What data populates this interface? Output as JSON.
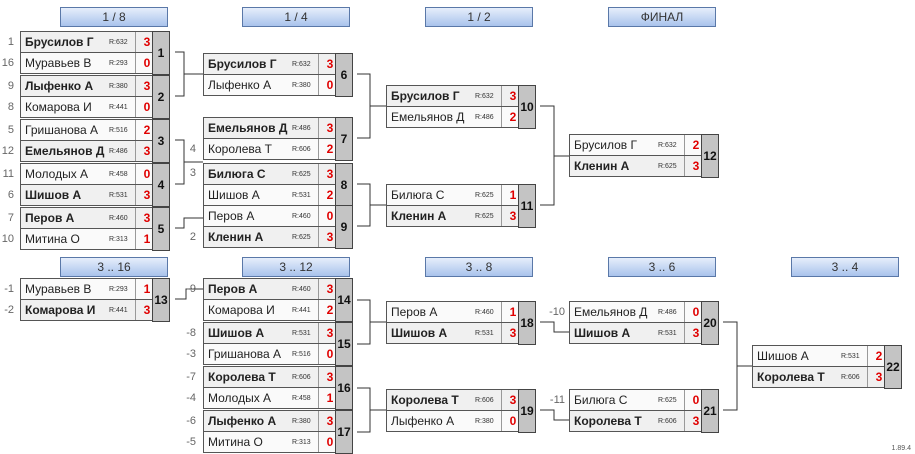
{
  "rounds": {
    "r1": "1 / 8",
    "r2": "1 / 4",
    "r3": "1 / 2",
    "final": "ФИНАЛ",
    "c1": "3 .. 16",
    "c2": "3 .. 12",
    "c3": "3 .. 8",
    "c4": "3 .. 6",
    "c5": "3 .. 4"
  },
  "version": "1.89.4",
  "matches": [
    {
      "num": "1",
      "p1": {
        "name": "Брусилов Г",
        "rating": "R:632",
        "score": "3",
        "win": true,
        "seed": "1"
      },
      "p2": {
        "name": "Муравьев В",
        "rating": "R:293",
        "score": "0",
        "win": false,
        "seed": "16"
      }
    },
    {
      "num": "2",
      "p1": {
        "name": "Лыфенко А",
        "rating": "R:380",
        "score": "3",
        "win": true,
        "seed": "9"
      },
      "p2": {
        "name": "Комарова И",
        "rating": "R:441",
        "score": "0",
        "win": false,
        "seed": "8"
      }
    },
    {
      "num": "3",
      "p1": {
        "name": "Гришанова А",
        "rating": "R:516",
        "score": "2",
        "win": false,
        "seed": "5"
      },
      "p2": {
        "name": "Емельянов Д",
        "rating": "R:486",
        "score": "3",
        "win": true,
        "seed": "12"
      }
    },
    {
      "num": "4",
      "p1": {
        "name": "Молодых А",
        "rating": "R:458",
        "score": "0",
        "win": false,
        "seed": "11"
      },
      "p2": {
        "name": "Шишов А",
        "rating": "R:531",
        "score": "3",
        "win": true,
        "seed": "6"
      }
    },
    {
      "num": "5",
      "p1": {
        "name": "Перов А",
        "rating": "R:460",
        "score": "3",
        "win": true,
        "seed": "7"
      },
      "p2": {
        "name": "Митина О",
        "rating": "R:313",
        "score": "1",
        "win": false,
        "seed": "10"
      }
    },
    {
      "num": "6",
      "p1": {
        "name": "Брусилов Г",
        "rating": "R:632",
        "score": "3",
        "win": true,
        "seed": ""
      },
      "p2": {
        "name": "Лыфенко А",
        "rating": "R:380",
        "score": "0",
        "win": false,
        "seed": ""
      }
    },
    {
      "num": "7",
      "p1": {
        "name": "Емельянов Д",
        "rating": "R:486",
        "score": "3",
        "win": true,
        "seed": ""
      },
      "p2": {
        "name": "Королева Т",
        "rating": "R:606",
        "score": "2",
        "win": false,
        "seed": "4"
      }
    },
    {
      "num": "8",
      "p1": {
        "name": "Билюга С",
        "rating": "R:625",
        "score": "3",
        "win": true,
        "seed": "3"
      },
      "p2": {
        "name": "Шишов А",
        "rating": "R:531",
        "score": "2",
        "win": false,
        "seed": ""
      }
    },
    {
      "num": "9",
      "p1": {
        "name": "Перов А",
        "rating": "R:460",
        "score": "0",
        "win": false,
        "seed": ""
      },
      "p2": {
        "name": "Кленин А",
        "rating": "R:625",
        "score": "3",
        "win": true,
        "seed": "2"
      }
    },
    {
      "num": "10",
      "p1": {
        "name": "Брусилов Г",
        "rating": "R:632",
        "score": "3",
        "win": true,
        "seed": ""
      },
      "p2": {
        "name": "Емельянов Д",
        "rating": "R:486",
        "score": "2",
        "win": false,
        "seed": ""
      }
    },
    {
      "num": "11",
      "p1": {
        "name": "Билюга С",
        "rating": "R:625",
        "score": "1",
        "win": false,
        "seed": ""
      },
      "p2": {
        "name": "Кленин А",
        "rating": "R:625",
        "score": "3",
        "win": true,
        "seed": ""
      }
    },
    {
      "num": "12",
      "p1": {
        "name": "Брусилов Г",
        "rating": "R:632",
        "score": "2",
        "win": false,
        "seed": ""
      },
      "p2": {
        "name": "Кленин А",
        "rating": "R:625",
        "score": "3",
        "win": true,
        "seed": ""
      }
    },
    {
      "num": "13",
      "p1": {
        "name": "Муравьев В",
        "rating": "R:293",
        "score": "1",
        "win": false,
        "seed": "-1"
      },
      "p2": {
        "name": "Комарова И",
        "rating": "R:441",
        "score": "3",
        "win": true,
        "seed": "-2"
      }
    },
    {
      "num": "14",
      "p1": {
        "name": "Перов А",
        "rating": "R:460",
        "score": "3",
        "win": true,
        "seed": "-9"
      },
      "p2": {
        "name": "Комарова И",
        "rating": "R:441",
        "score": "2",
        "win": false,
        "seed": ""
      }
    },
    {
      "num": "15",
      "p1": {
        "name": "Шишов А",
        "rating": "R:531",
        "score": "3",
        "win": true,
        "seed": "-8"
      },
      "p2": {
        "name": "Гришанова А",
        "rating": "R:516",
        "score": "0",
        "win": false,
        "seed": "-3"
      }
    },
    {
      "num": "16",
      "p1": {
        "name": "Королева Т",
        "rating": "R:606",
        "score": "3",
        "win": true,
        "seed": "-7"
      },
      "p2": {
        "name": "Молодых А",
        "rating": "R:458",
        "score": "1",
        "win": false,
        "seed": "-4"
      }
    },
    {
      "num": "17",
      "p1": {
        "name": "Лыфенко А",
        "rating": "R:380",
        "score": "3",
        "win": true,
        "seed": "-6"
      },
      "p2": {
        "name": "Митина О",
        "rating": "R:313",
        "score": "0",
        "win": false,
        "seed": "-5"
      }
    },
    {
      "num": "18",
      "p1": {
        "name": "Перов А",
        "rating": "R:460",
        "score": "1",
        "win": false,
        "seed": ""
      },
      "p2": {
        "name": "Шишов А",
        "rating": "R:531",
        "score": "3",
        "win": true,
        "seed": ""
      }
    },
    {
      "num": "19",
      "p1": {
        "name": "Королева Т",
        "rating": "R:606",
        "score": "3",
        "win": true,
        "seed": ""
      },
      "p2": {
        "name": "Лыфенко А",
        "rating": "R:380",
        "score": "0",
        "win": false,
        "seed": ""
      }
    },
    {
      "num": "20",
      "p1": {
        "name": "Емельянов Д",
        "rating": "R:486",
        "score": "0",
        "win": false,
        "seed": "-10"
      },
      "p2": {
        "name": "Шишов А",
        "rating": "R:531",
        "score": "3",
        "win": true,
        "seed": ""
      }
    },
    {
      "num": "21",
      "p1": {
        "name": "Билюга С",
        "rating": "R:625",
        "score": "0",
        "win": false,
        "seed": "-11"
      },
      "p2": {
        "name": "Королева Т",
        "rating": "R:606",
        "score": "3",
        "win": true,
        "seed": ""
      }
    },
    {
      "num": "22",
      "p1": {
        "name": "Шишов А",
        "rating": "R:531",
        "score": "2",
        "win": false,
        "seed": ""
      },
      "p2": {
        "name": "Королева Т",
        "rating": "R:606",
        "score": "3",
        "win": true,
        "seed": ""
      }
    }
  ]
}
